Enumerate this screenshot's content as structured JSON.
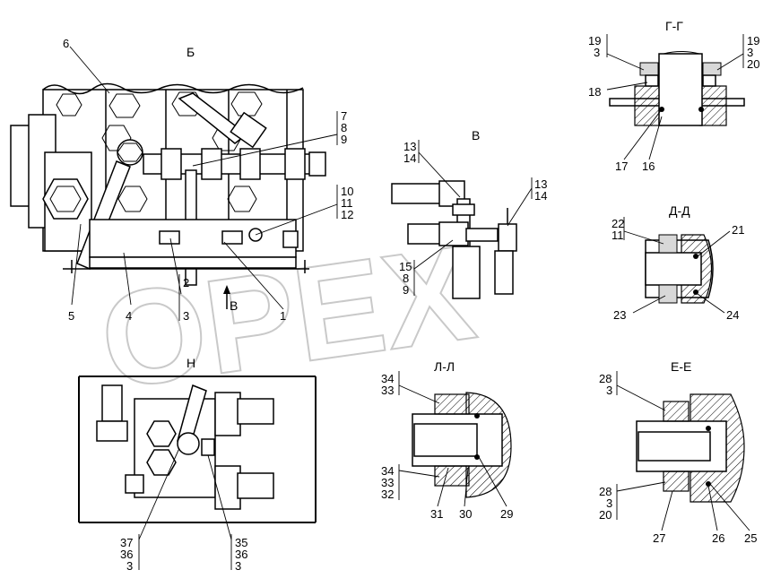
{
  "views": {
    "b": "Б",
    "v": "В",
    "v_arrow": "В",
    "gg": "Г-Г",
    "dd": "Д-Д",
    "n": "Н",
    "ll": "Л-Л",
    "ee": "Е-Е"
  },
  "watermark": "OPEX",
  "callouts": {
    "c6": "6",
    "c5": "5",
    "c4": "4",
    "c2": "2",
    "c3a": "3",
    "c1": "1",
    "stack_789": [
      "7",
      "8",
      "9"
    ],
    "stack_101112": [
      "10",
      "11",
      "12"
    ],
    "stack_1314a": [
      "13",
      "14"
    ],
    "stack_1314b": [
      "13",
      "14"
    ],
    "stack_15889": [
      "15",
      "8",
      "9"
    ],
    "stack_gg_left": [
      "19",
      "3"
    ],
    "stack_gg_right": [
      "19",
      "3",
      "20"
    ],
    "c18": "18",
    "c17": "17",
    "c16": "16",
    "stack_dd": [
      "22",
      "11"
    ],
    "c21": "21",
    "c23": "23",
    "c24": "24",
    "stack_ll_top": [
      "34",
      "33"
    ],
    "stack_ll_bottom": [
      "34",
      "33",
      "32"
    ],
    "c31": "31",
    "c30": "30",
    "c29": "29",
    "stack_ee_top": [
      "28",
      "3"
    ],
    "stack_ee_bottom": [
      "28",
      "3",
      "20"
    ],
    "c27": "27",
    "c26": "26",
    "c25": "25",
    "stack_37": [
      "37",
      "36",
      "3"
    ],
    "stack_35": [
      "35",
      "36",
      "3"
    ]
  }
}
